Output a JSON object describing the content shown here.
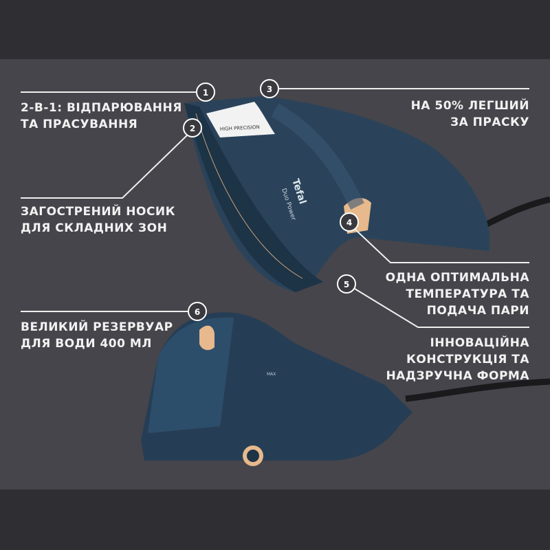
{
  "callouts": [
    {
      "number": "1",
      "lines": [
        "2-В-1: ВІДПАРЮВАННЯ",
        "ТА ПРАСУВАННЯ"
      ]
    },
    {
      "number": "2",
      "lines": [
        "ЗАГОСТРЕНИЙ НОСИК",
        "ДЛЯ СКЛАДНИХ ЗОН"
      ]
    },
    {
      "number": "3",
      "lines": [
        "НА 50% ЛЕГШИЙ",
        "ЗА ПРАСКУ"
      ]
    },
    {
      "number": "4",
      "lines": [
        "ОДНА ОПТИМАЛЬНА",
        "ТЕМПЕРАТУРА ТА",
        "ПОДАЧА ПАРИ"
      ]
    },
    {
      "number": "5",
      "lines": [
        "ІННОВАЦІЙНА",
        "КОНСТРУКЦІЯ ТА",
        "НАДЗРУЧНА ФОРМА"
      ]
    },
    {
      "number": "6",
      "lines": [
        "ВЕЛИКИЙ РЕЗЕРВУАР",
        "ДЛЯ ВОДИ 400 МЛ"
      ]
    }
  ],
  "product": {
    "brand": "Tefal",
    "model": "Duo Power",
    "plate_text": "HIGH PRECISION",
    "tank_mark": "MAX"
  },
  "colors": {
    "background": "#45454b",
    "band": "#2f2f33",
    "iron_body": "#274058",
    "accent": "#e7b98c"
  }
}
